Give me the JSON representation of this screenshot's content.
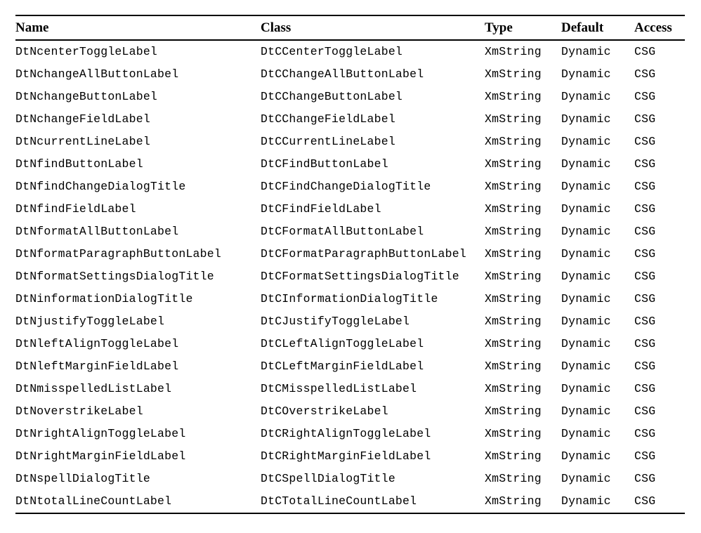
{
  "document": {
    "type": "reference-table",
    "background_color": "#ffffff",
    "text_color": "#000000"
  },
  "table": {
    "name": "dt-editor-label-resources",
    "columns": [
      {
        "key": "name",
        "label": "Name"
      },
      {
        "key": "class",
        "label": "Class"
      },
      {
        "key": "type",
        "label": "Type"
      },
      {
        "key": "default",
        "label": "Default"
      },
      {
        "key": "access",
        "label": "Access"
      }
    ],
    "rows": [
      {
        "name": "DtNcenterToggleLabel",
        "class": "DtCCenterToggleLabel",
        "type": "XmString",
        "default": "Dynamic",
        "access": "CSG"
      },
      {
        "name": "DtNchangeAllButtonLabel",
        "class": "DtCChangeAllButtonLabel",
        "type": "XmString",
        "default": "Dynamic",
        "access": "CSG"
      },
      {
        "name": "DtNchangeButtonLabel",
        "class": "DtCChangeButtonLabel",
        "type": "XmString",
        "default": "Dynamic",
        "access": "CSG"
      },
      {
        "name": "DtNchangeFieldLabel",
        "class": "DtCChangeFieldLabel",
        "type": "XmString",
        "default": "Dynamic",
        "access": "CSG"
      },
      {
        "name": "DtNcurrentLineLabel",
        "class": "DtCCurrentLineLabel",
        "type": "XmString",
        "default": "Dynamic",
        "access": "CSG"
      },
      {
        "name": "DtNfindButtonLabel",
        "class": "DtCFindButtonLabel",
        "type": "XmString",
        "default": "Dynamic",
        "access": "CSG"
      },
      {
        "name": "DtNfindChangeDialogTitle",
        "class": "DtCFindChangeDialogTitle",
        "type": "XmString",
        "default": "Dynamic",
        "access": "CSG"
      },
      {
        "name": "DtNfindFieldLabel",
        "class": "DtCFindFieldLabel",
        "type": "XmString",
        "default": "Dynamic",
        "access": "CSG"
      },
      {
        "name": "DtNformatAllButtonLabel",
        "class": "DtCFormatAllButtonLabel",
        "type": "XmString",
        "default": "Dynamic",
        "access": "CSG"
      },
      {
        "name": "DtNformatParagraphButtonLabel",
        "class": "DtCFormatParagraphButtonLabel",
        "type": "XmString",
        "default": "Dynamic",
        "access": "CSG"
      },
      {
        "name": "DtNformatSettingsDialogTitle",
        "class": "DtCFormatSettingsDialogTitle",
        "type": "XmString",
        "default": "Dynamic",
        "access": "CSG"
      },
      {
        "name": "DtNinformationDialogTitle",
        "class": "DtCInformationDialogTitle",
        "type": "XmString",
        "default": "Dynamic",
        "access": "CSG"
      },
      {
        "name": "DtNjustifyToggleLabel",
        "class": "DtCJustifyToggleLabel",
        "type": "XmString",
        "default": "Dynamic",
        "access": "CSG"
      },
      {
        "name": "DtNleftAlignToggleLabel",
        "class": "DtCLeftAlignToggleLabel",
        "type": "XmString",
        "default": "Dynamic",
        "access": "CSG"
      },
      {
        "name": "DtNleftMarginFieldLabel",
        "class": "DtCLeftMarginFieldLabel",
        "type": "XmString",
        "default": "Dynamic",
        "access": "CSG"
      },
      {
        "name": "DtNmisspelledListLabel",
        "class": "DtCMisspelledListLabel",
        "type": "XmString",
        "default": "Dynamic",
        "access": "CSG"
      },
      {
        "name": "DtNoverstrikeLabel",
        "class": "DtCOverstrikeLabel",
        "type": "XmString",
        "default": "Dynamic",
        "access": "CSG"
      },
      {
        "name": "DtNrightAlignToggleLabel",
        "class": "DtCRightAlignToggleLabel",
        "type": "XmString",
        "default": "Dynamic",
        "access": "CSG"
      },
      {
        "name": "DtNrightMarginFieldLabel",
        "class": "DtCRightMarginFieldLabel",
        "type": "XmString",
        "default": "Dynamic",
        "access": "CSG"
      },
      {
        "name": "DtNspellDialogTitle",
        "class": "DtCSpellDialogTitle",
        "type": "XmString",
        "default": "Dynamic",
        "access": "CSG"
      },
      {
        "name": "DtNtotalLineCountLabel",
        "class": "DtCTotalLineCountLabel",
        "type": "XmString",
        "default": "Dynamic",
        "access": "CSG"
      }
    ]
  }
}
